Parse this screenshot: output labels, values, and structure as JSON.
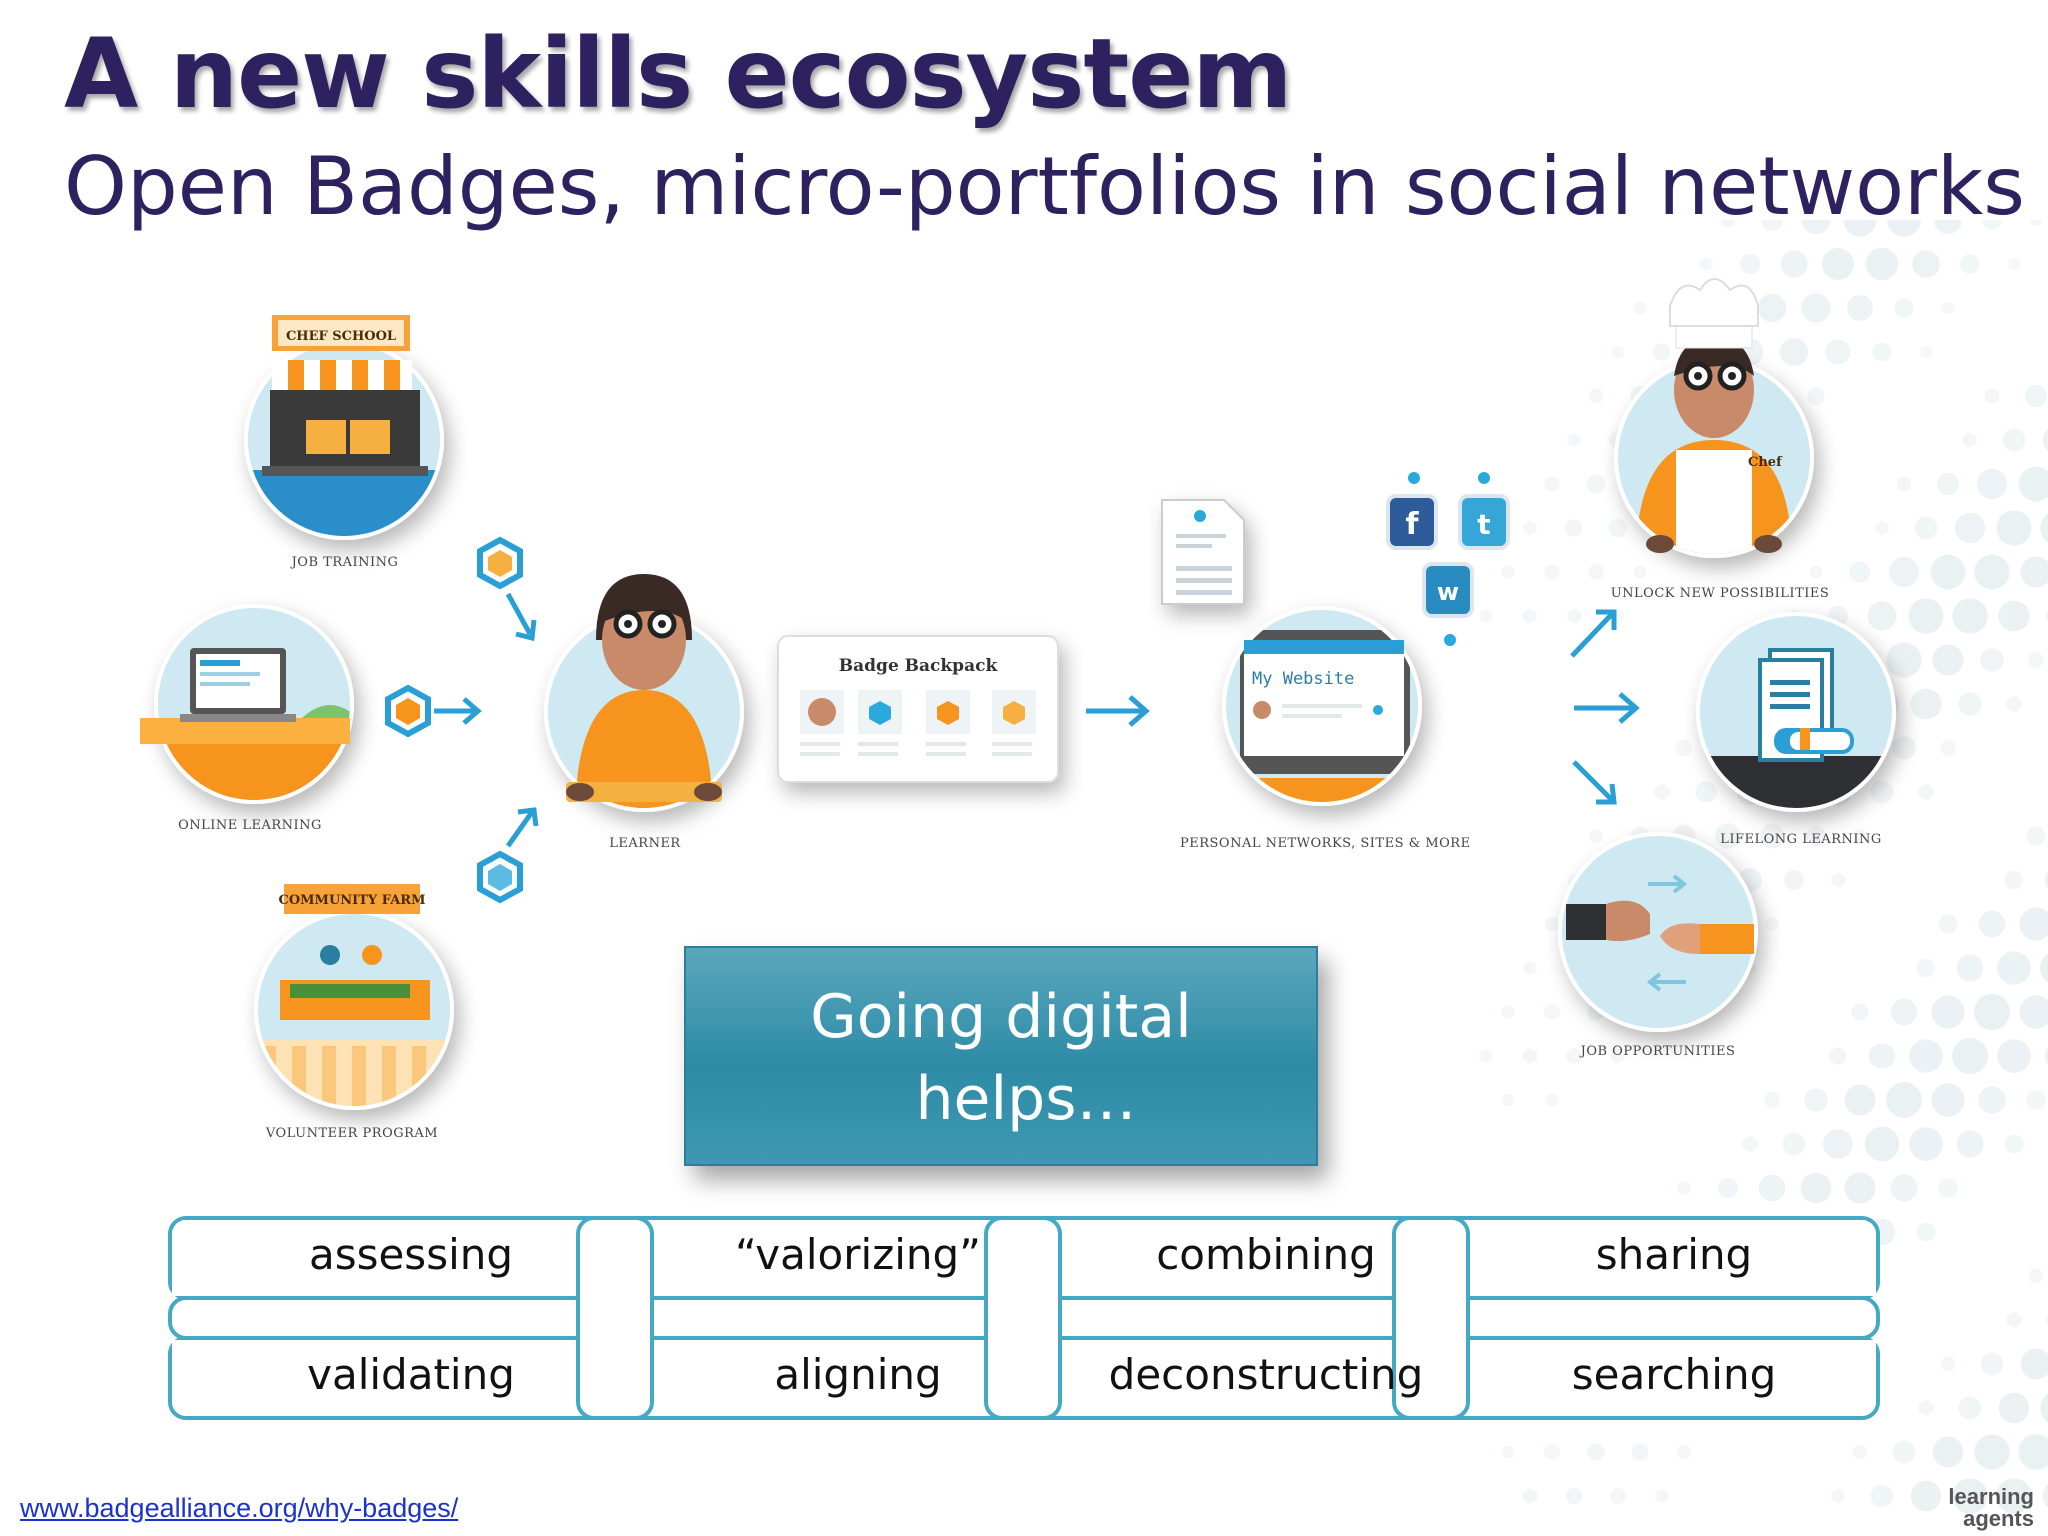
{
  "slide": {
    "title": "A new skills ecosystem",
    "subtitle": "Open Badges, micro-portfolios in social networks"
  },
  "diagram": {
    "labels": {
      "job_training": "JOB TRAINING",
      "online_learning": "ONLINE LEARNING",
      "volunteer_program": "VOLUNTEER PROGRAM",
      "learner": "LEARNER",
      "personal_networks": "PERSONAL NETWORKS, SITES & MORE",
      "unlock": "UNLOCK NEW POSSIBILITIES",
      "lifelong": "LIFELONG LEARNING",
      "job_opportunities": "JOB OPPORTUNITIES"
    },
    "signs": {
      "chef_school": "CHEF SCHOOL",
      "community_farm": "COMMUNITY FARM"
    },
    "backpack_title": "Badge Backpack",
    "website_title": "My Website",
    "apron_label": "Chef",
    "social": {
      "facebook": "f",
      "twitter": "t",
      "other": "w"
    }
  },
  "callout": {
    "line1": "Going digital",
    "line2": "helps…"
  },
  "verbs": {
    "top": [
      "assessing",
      "“valorizing”",
      "combining",
      "sharing"
    ],
    "bottom": [
      "validating",
      "aligning",
      "deconstructing",
      "searching"
    ]
  },
  "footer": {
    "link": "www.badgealliance.org/why-badges/",
    "logo_line1": "learning",
    "logo_line2": "agents"
  },
  "colors": {
    "title": "#2d2160",
    "accent_teal": "#43a9c4",
    "orange": "#f7941d",
    "blue": "#2a9fd6",
    "link": "#1a33cc"
  }
}
